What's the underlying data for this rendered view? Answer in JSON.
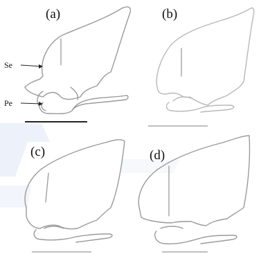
{
  "figure": {
    "panels": [
      {
        "label": "(a)",
        "annotations": [
          {
            "text": "Se"
          },
          {
            "text": "Pe"
          }
        ]
      },
      {
        "label": "(b)",
        "annotations": []
      },
      {
        "label": "(c)",
        "annotations": []
      },
      {
        "label": "(d)",
        "annotations": []
      }
    ],
    "colors": {
      "outline": "#9a9a9a",
      "scale_bar_dark": "#222222",
      "scale_bar_light": "#aaaaaa",
      "watermark": "#dfe6f5"
    }
  }
}
